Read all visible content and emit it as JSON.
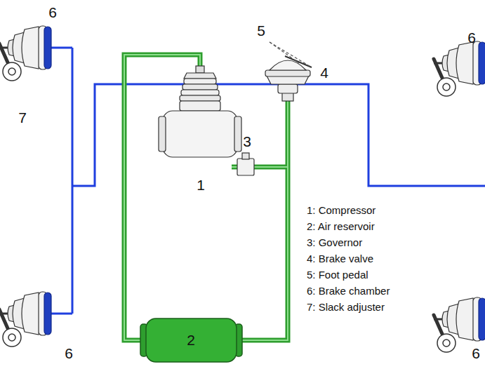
{
  "diagram": {
    "labels": [
      "6",
      "5",
      "4",
      "6",
      "7",
      "3",
      "1",
      "1: Compressor",
      "2: Air reservoir",
      "3: Governor",
      "4: Brake valve",
      "5: Foot pedal",
      "6: Brake chamber",
      "7: Slack adjuster",
      "2",
      "6",
      "6"
    ]
  }
}
